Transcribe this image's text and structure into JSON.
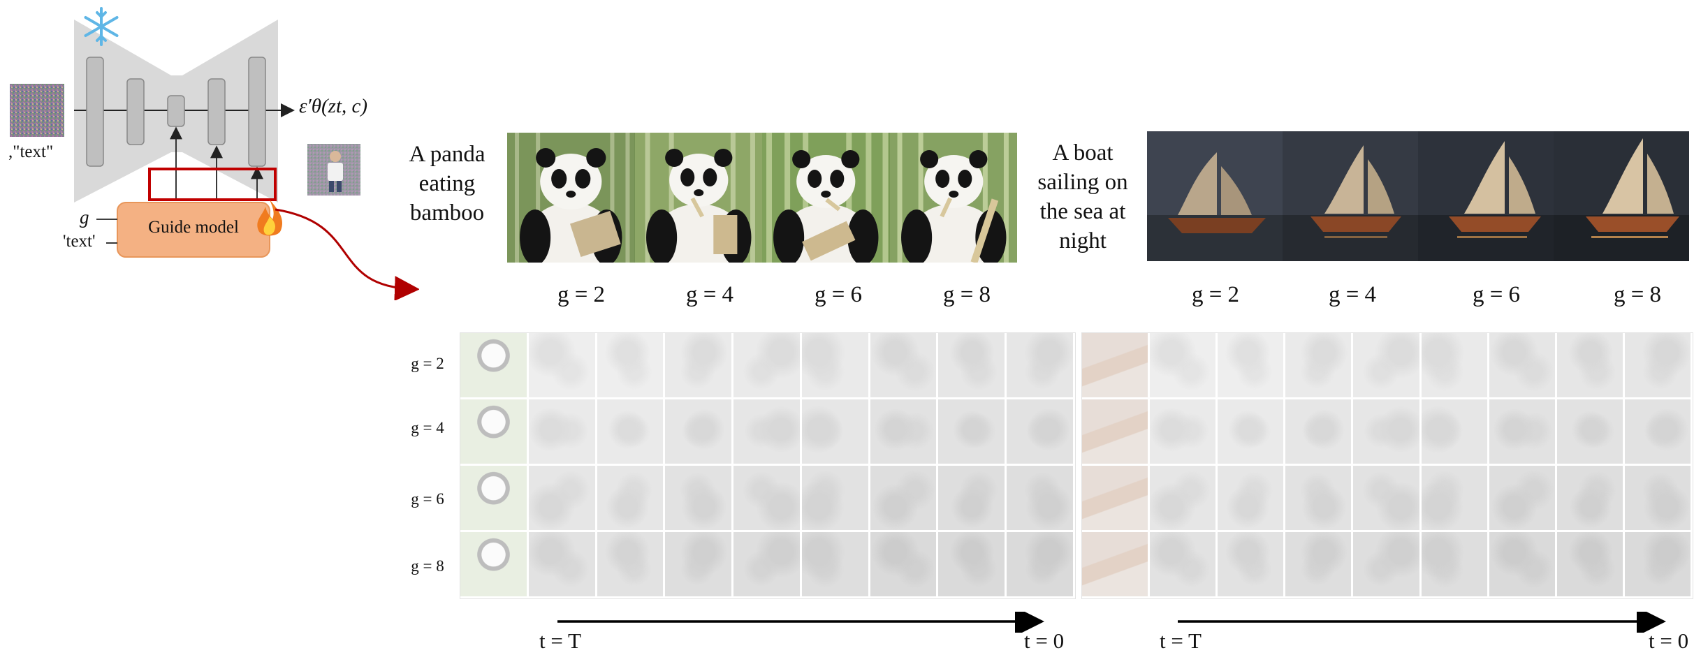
{
  "diagram": {
    "network": {
      "noise_label": ",\"text\"",
      "output_label": "ε′θ(zt, c)",
      "guide_inputs": [
        "g",
        "'text'"
      ],
      "guide_model_label": "Guide model",
      "frozen_icon": "snowflake-icon",
      "trainable_icon": "flame-icon"
    },
    "panels": [
      {
        "prompt": [
          "A panda",
          "eating",
          "bamboo"
        ],
        "guidance_labels": [
          "g = 2",
          "g = 4",
          "g = 6",
          "g = 8"
        ],
        "row_labels": [
          "g = 2",
          "g = 4",
          "g = 6",
          "g = 8"
        ],
        "time_start": "t = T",
        "time_end": "t = 0"
      },
      {
        "prompt": [
          "A boat",
          "sailing on",
          "the sea at",
          "night"
        ],
        "guidance_labels": [
          "g = 2",
          "g = 4",
          "g = 6",
          "g = 8"
        ],
        "time_start": "t = T",
        "time_end": "t = 0"
      }
    ],
    "colors": {
      "guide_model_fill": "#f4b183",
      "guide_model_stroke": "#e8965a",
      "highlight_box": "#c00000",
      "unet_fill": "#d9d9d9",
      "block_fill": "#bfbfbf"
    }
  }
}
